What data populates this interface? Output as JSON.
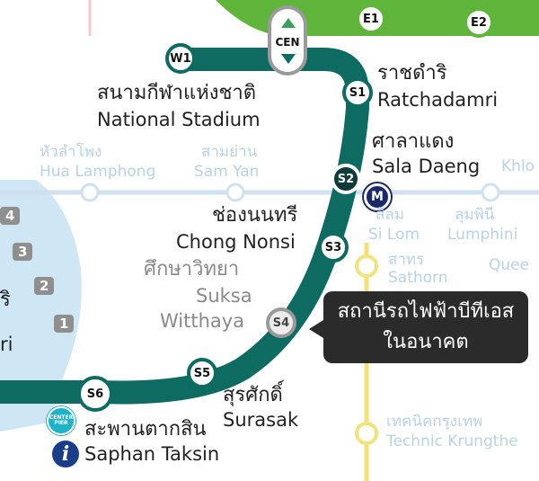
{
  "colors": {
    "silom_line": "#0d6b62",
    "sukhumvit_line": "#5fb53a",
    "river": "#cfe6f5",
    "future_station": "#9a9a9a",
    "callout_bg": "#2b2b2b",
    "mrt_blue": "#1a2a6b",
    "yellow_line": "#f3e27a",
    "faded_text": "#b8d3e6"
  },
  "interchange": {
    "code": "CEN"
  },
  "stations": {
    "e1": {
      "code": "E1"
    },
    "e2": {
      "code": "E2"
    },
    "w1": {
      "code": "W1",
      "thai": "สนามกีฬาแห่งชาติ",
      "eng": "National Stadium"
    },
    "s1": {
      "code": "S1",
      "thai": "ราชดำริ",
      "eng": "Ratchadamri"
    },
    "s2": {
      "code": "S2",
      "thai": "ศาลาแดง",
      "eng": "Sala Daeng"
    },
    "s3": {
      "code": "S3",
      "thai": "ช่องนนทรี",
      "eng": "Chong Nonsi"
    },
    "s4": {
      "code": "S4",
      "thai": "ศึกษาวิทยา",
      "eng_line1": "Suksa",
      "eng_line2": "Witthaya"
    },
    "s5": {
      "code": "S5"
    },
    "s6": {
      "code": "S6",
      "thai": "สะพานตากสิน",
      "eng": "Saphan Taksin"
    },
    "sr": {
      "thai": "สุรศักดิ์",
      "eng": "Surasak"
    }
  },
  "mrt": {
    "symbol": "M"
  },
  "faded_labels": {
    "hua_lamphong_thai": "หัวลำโพง",
    "hua_lamphong_eng": "Hua Lamphong",
    "sam_yan_thai": "สามย่าน",
    "sam_yan_eng": "Sam Yan",
    "khlo": "Khlo",
    "si_lom_thai": "สีลม",
    "si_lom_eng": "Si Lom",
    "lumphini_thai": "ลุมพินี",
    "lumphini_eng": "Lumphini",
    "queen": "Quee",
    "sathorn_thai": "สาทร",
    "sathorn_eng": "Sathorn",
    "technic_thai": "เทคนิคกรุงเทพ",
    "technic_eng": "Technic Krungthe",
    "left_ri_thai": "ุริ",
    "left_ri": "ri"
  },
  "pier_badges": [
    "4",
    "3",
    "2",
    "1"
  ],
  "pier": {
    "label": "CENTER PIER"
  },
  "info": {
    "symbol": "i"
  },
  "callout": {
    "line1": "สถานีรถไฟฟ้าบีทีเอส",
    "line2": "ในอนาคต"
  }
}
